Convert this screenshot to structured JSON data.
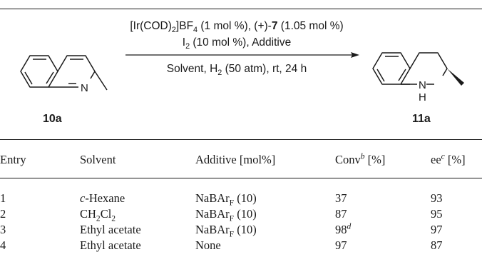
{
  "scheme": {
    "catalyst_line_parts": [
      "[Ir(COD)",
      "2",
      "]BF",
      "4",
      " (1 mol %), (+)-",
      "7",
      " (1.05 mol %)"
    ],
    "additive_line_parts": [
      "I",
      "2",
      " (10 mol %), Additive"
    ],
    "solvent_line_parts": [
      "Solvent, H",
      "2",
      " (50 atm), rt, 24 h"
    ],
    "reactant_label": "10a",
    "product_label": "11a",
    "product_nh_n": "N",
    "product_nh_h": "H",
    "reactant_n": "N"
  },
  "table": {
    "headers": {
      "entry": "Entry",
      "solvent": "Solvent",
      "additive": "Additive [mol%]",
      "conv": "Conv",
      "conv_sup": "b",
      "conv_unit": " [%]",
      "ee": "ee",
      "ee_sup": "c",
      "ee_unit": " [%]"
    },
    "rows": [
      {
        "entry": "1",
        "solvent_italic": "c",
        "solvent": "-Hexane",
        "additive_main": "NaBAr",
        "additive_sub": "F",
        "additive_tail": " (10)",
        "conv": "37",
        "conv_sup": "",
        "ee": "93"
      },
      {
        "entry": "2",
        "solvent_parts": [
          "CH",
          "2",
          "Cl",
          "2"
        ],
        "additive_main": "NaBAr",
        "additive_sub": "F",
        "additive_tail": " (10)",
        "conv": "87",
        "conv_sup": "",
        "ee": "95"
      },
      {
        "entry": "3",
        "solvent": "Ethyl acetate",
        "additive_main": "NaBAr",
        "additive_sub": "F",
        "additive_tail": " (10)",
        "conv": "98",
        "conv_sup": "d",
        "ee": "97"
      },
      {
        "entry": "4",
        "solvent": "Ethyl acetate",
        "additive_main": "None",
        "additive_sub": "",
        "additive_tail": "",
        "conv": "97",
        "conv_sup": "",
        "ee": "87"
      }
    ]
  }
}
